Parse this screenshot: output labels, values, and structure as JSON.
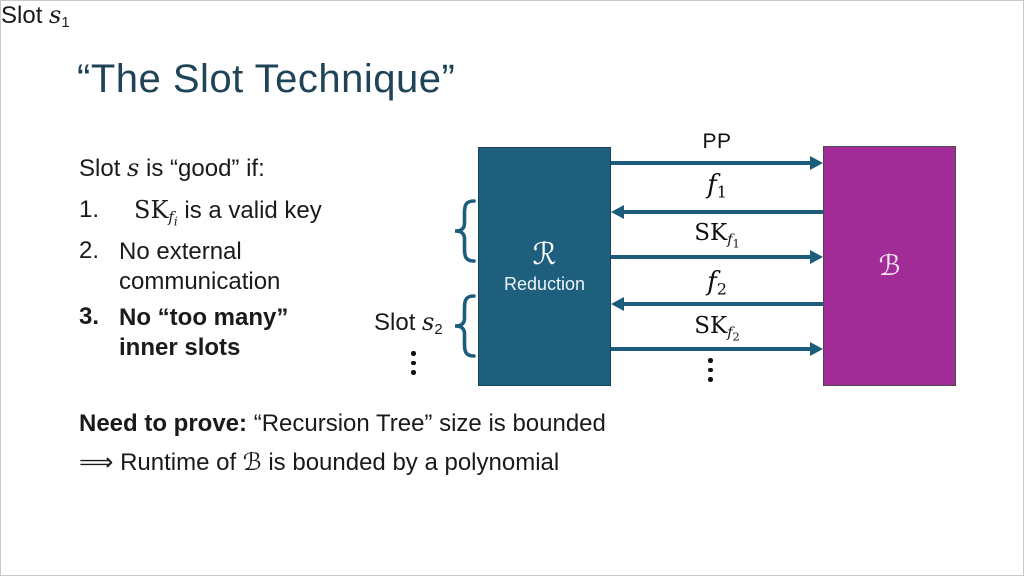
{
  "slide_title": "“The Slot Technique”",
  "colors": {
    "title": "#1f4458",
    "reduction_box": "#1e5f7e",
    "adversary_box": "#a12c98",
    "arrow": "#1e5c7c"
  },
  "content": {
    "intro": {
      "pre": "Slot ",
      "var": "s",
      "post": " is “good” if:"
    },
    "items": [
      {
        "num": "1.",
        "key_base": "SK",
        "key_sub": "f",
        "key_subsub": "i",
        "rest": " is a valid key"
      },
      {
        "num": "2.",
        "text": "No external communication"
      },
      {
        "num": "3.",
        "text": "No “too many” inner slots"
      }
    ],
    "need_to_prove": {
      "lead": "Need to prove:",
      "rest": " “Recursion Tree” size is bounded"
    },
    "conclusion": {
      "pre": "⟹ Runtime of ",
      "script_b": "ℬ",
      "post": " is bounded by a polynomial"
    }
  },
  "diagram": {
    "reduction": {
      "symbol": "ℛ",
      "label": "Reduction"
    },
    "adversary": {
      "symbol": "ℬ"
    },
    "slots": [
      {
        "pre": "Slot ",
        "var": "s",
        "sub": "1"
      },
      {
        "pre": "Slot ",
        "var": "s",
        "sub": "2"
      }
    ],
    "messages": [
      {
        "label": "PP",
        "direction": "right"
      },
      {
        "base": "f",
        "sub": "1",
        "direction": "left"
      },
      {
        "base": "SK",
        "sub": "f",
        "subsub": "1",
        "direction": "right"
      },
      {
        "base": "f",
        "sub": "2",
        "direction": "left"
      },
      {
        "base": "SK",
        "sub": "f",
        "subsub": "2",
        "direction": "right"
      }
    ],
    "ellipsis": "⋮"
  }
}
